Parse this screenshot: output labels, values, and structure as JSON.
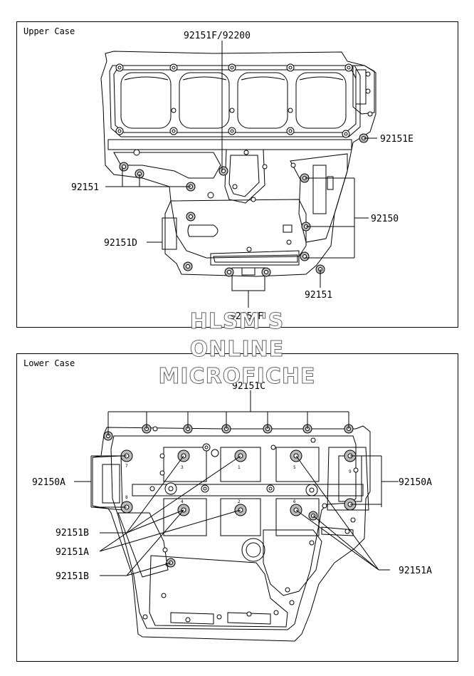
{
  "upper": {
    "title": "Upper Case",
    "labels": {
      "top": "92151F/92200",
      "right_e": "92151E",
      "left": "92151",
      "right": "92150",
      "left_d": "92151D",
      "bottom_right": "92151",
      "bottom": "92151F"
    }
  },
  "lower": {
    "title": "Lower Case",
    "labels": {
      "top": "92151C",
      "left_a": "92150A",
      "right_a": "92150A",
      "b1": "92151B",
      "a_left": "92151A",
      "b2": "92151B",
      "a_right": "92151A"
    },
    "bolt_numbers": [
      "1",
      "2",
      "3",
      "4",
      "5",
      "6",
      "7",
      "8",
      "9"
    ]
  },
  "watermark": {
    "line1": "HLSM'S",
    "line2": "ONLINE",
    "line3": "MICROFICHE"
  }
}
